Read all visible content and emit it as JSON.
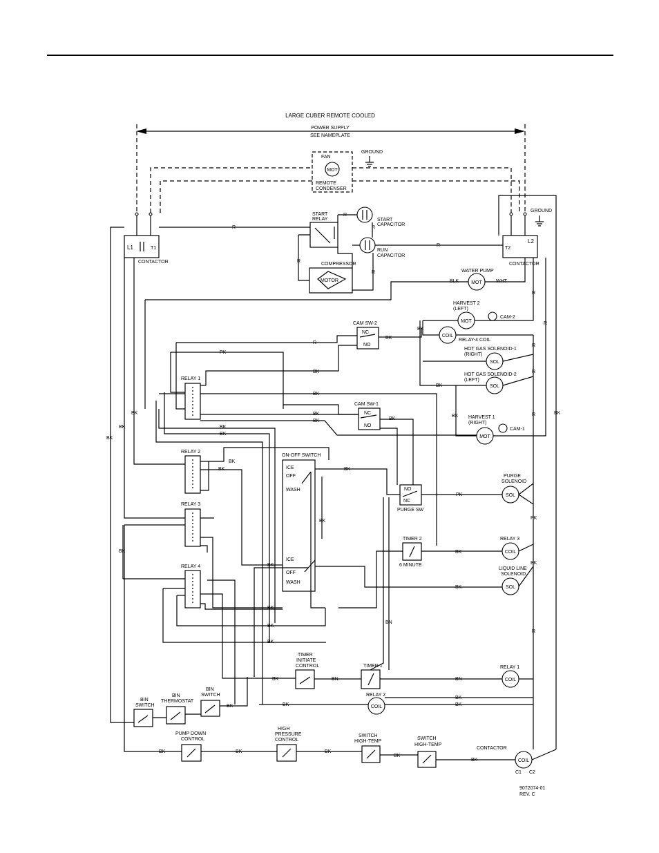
{
  "diagram": {
    "title": "LARGE CUBER REMOTE COOLED",
    "power_supply": [
      "POWER SUPPLY",
      "SEE NAMEPLATE"
    ],
    "doc_number": "9072074-01",
    "revision": "REV. C"
  },
  "components": {
    "fan": "FAN",
    "mot": "MOT",
    "remote_condenser": [
      "REMOTE",
      "CONDENSER"
    ],
    "ground": "GROUND",
    "l1": "L1",
    "t1": "T1",
    "l2": "L2",
    "t2": "T2",
    "contactor": "CONTACTOR",
    "start_relay": [
      "START",
      "RELAY"
    ],
    "start_capacitor": [
      "START",
      "CAPACITOR"
    ],
    "run_capacitor": [
      "RUN",
      "CAPACITOR"
    ],
    "compressor": "COMPRESSOR",
    "motor": "MOTOR",
    "water_pump": "WATER PUMP",
    "harvest2": [
      "HARVEST 2",
      "(LEFT)"
    ],
    "cam2": "CAM-2",
    "coil": "COIL",
    "relay4_coil": "RELAY-4 COIL",
    "hgs1": [
      "HOT GAS SOLENOID-1",
      "(RIGHT)"
    ],
    "hgs2": [
      "HOT GAS SOLENOID-2",
      "(LEFT)"
    ],
    "sol": "SOL",
    "harvest1": [
      "HARVEST 1",
      "(RIGHT)"
    ],
    "cam1": "CAM-1",
    "cam_sw2": "CAM SW-2",
    "cam_sw1": "CAM SW-1",
    "nc": "NC",
    "no": "NO",
    "relay1": "RELAY 1",
    "relay2": "RELAY 2",
    "relay3": "RELAY 3",
    "relay4": "RELAY 4",
    "on_off_switch": "ON-OFF SWITCH",
    "ice": "ICE",
    "off": "OFF",
    "wash": "WASH",
    "purge_sw": "PURGE SW",
    "purge_solenoid": [
      "PURGE",
      "SOLENOID"
    ],
    "timer2": "TIMER 2",
    "six_minute": "6 MINUTE",
    "relay3_coil": "RELAY 3",
    "liquid_line_solenoid": [
      "LIQUID LINE",
      "SOLENOID"
    ],
    "timer_initiate": [
      "TIMER",
      "INITIATE",
      "CONTROL"
    ],
    "timer1": "TIMER 1",
    "relay1_coil": "RELAY 1",
    "relay2_coil": "RELAY 2",
    "bin_switch": [
      "BIN",
      "SWITCH"
    ],
    "bin_thermostat": [
      "BIN",
      "THERMOSTAT"
    ],
    "pump_down": [
      "PUMP DOWN",
      "CONTROL"
    ],
    "high_pressure": [
      "HIGH",
      "PRESSURE",
      "CONTROL"
    ],
    "switch_high_temp": [
      "SWITCH",
      "HIGH-TEMP"
    ],
    "contactor_coil": "CONTACTOR",
    "c1": "C1",
    "c2": "C2"
  },
  "wire_labels": {
    "r": "R",
    "bk": "BK",
    "pk": "PK",
    "bn": "BN",
    "blk": "BLK",
    "wht": "WHT"
  }
}
